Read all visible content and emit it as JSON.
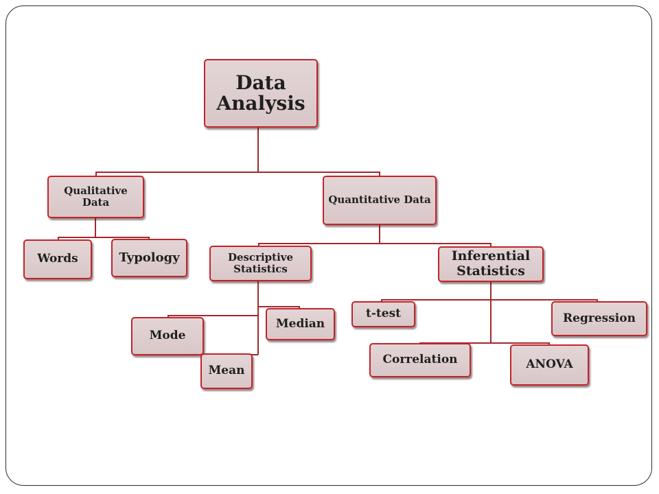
{
  "diagram": {
    "root": {
      "label": "Data Analysis"
    },
    "qualitative": {
      "label": "Qualitative Data",
      "children": {
        "words": "Words",
        "typology": "Typology"
      }
    },
    "quantitative": {
      "label": "Quantitative Data",
      "descriptive": {
        "label": "Descriptive Statistics",
        "children": {
          "mode": "Mode",
          "mean": "Mean",
          "median": "Median"
        }
      },
      "inferential": {
        "label": "Inferential Statistics",
        "children": {
          "t_test": "t-test",
          "regression": "Regression",
          "correlation": "Correlation",
          "anova": "ANOVA"
        }
      }
    }
  },
  "colors": {
    "box_fill": "#dccbcc",
    "box_border": "#c0242b",
    "connector": "#a3272b",
    "text": "#1f1f1f",
    "slide_border": "#2b2b2b"
  }
}
